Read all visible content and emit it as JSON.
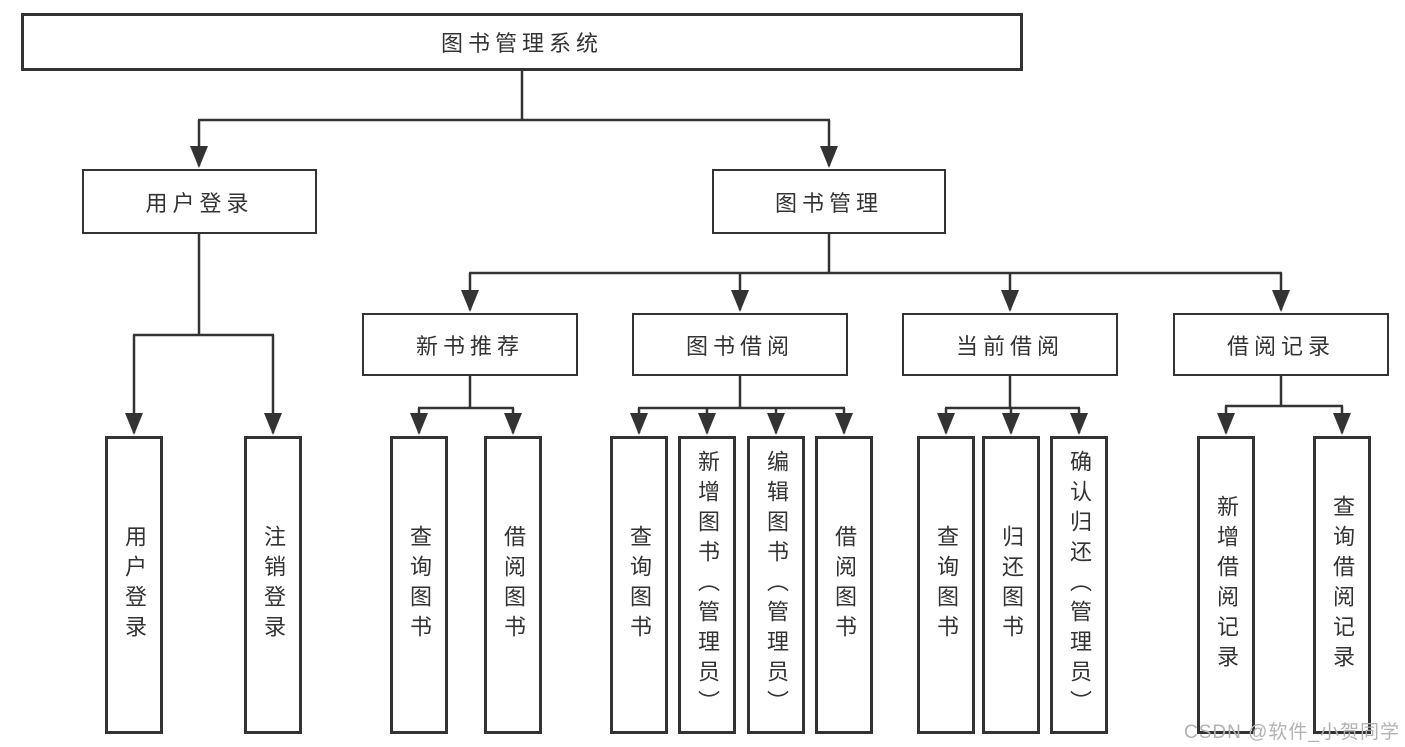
{
  "tree": {
    "root": {
      "label": "图书管理系统",
      "children": [
        {
          "label": "用户登录",
          "children": [
            {
              "label": "用户登录"
            },
            {
              "label": "注销登录"
            }
          ]
        },
        {
          "label": "图书管理",
          "children": [
            {
              "label": "新书推荐",
              "children": [
                {
                  "label": "查询图书"
                },
                {
                  "label": "借阅图书"
                }
              ]
            },
            {
              "label": "图书借阅",
              "children": [
                {
                  "label": "查询图书"
                },
                {
                  "label": "新增图书（管理员）"
                },
                {
                  "label": "编辑图书（管理员）"
                },
                {
                  "label": "借阅图书"
                }
              ]
            },
            {
              "label": "当前借阅",
              "children": [
                {
                  "label": "查询图书"
                },
                {
                  "label": "归还图书"
                },
                {
                  "label": "确认归还（管理员）"
                }
              ]
            },
            {
              "label": "借阅记录",
              "children": [
                {
                  "label": "新增借阅记录"
                },
                {
                  "label": "查询借阅记录"
                }
              ]
            }
          ]
        }
      ]
    }
  },
  "watermark": "CSDN @软件_小贺同学",
  "colors": {
    "line": "#333333",
    "text": "#333333",
    "box_fill": "#ffffff",
    "watermark": "#b2b2b2",
    "background": "#ffffff"
  }
}
